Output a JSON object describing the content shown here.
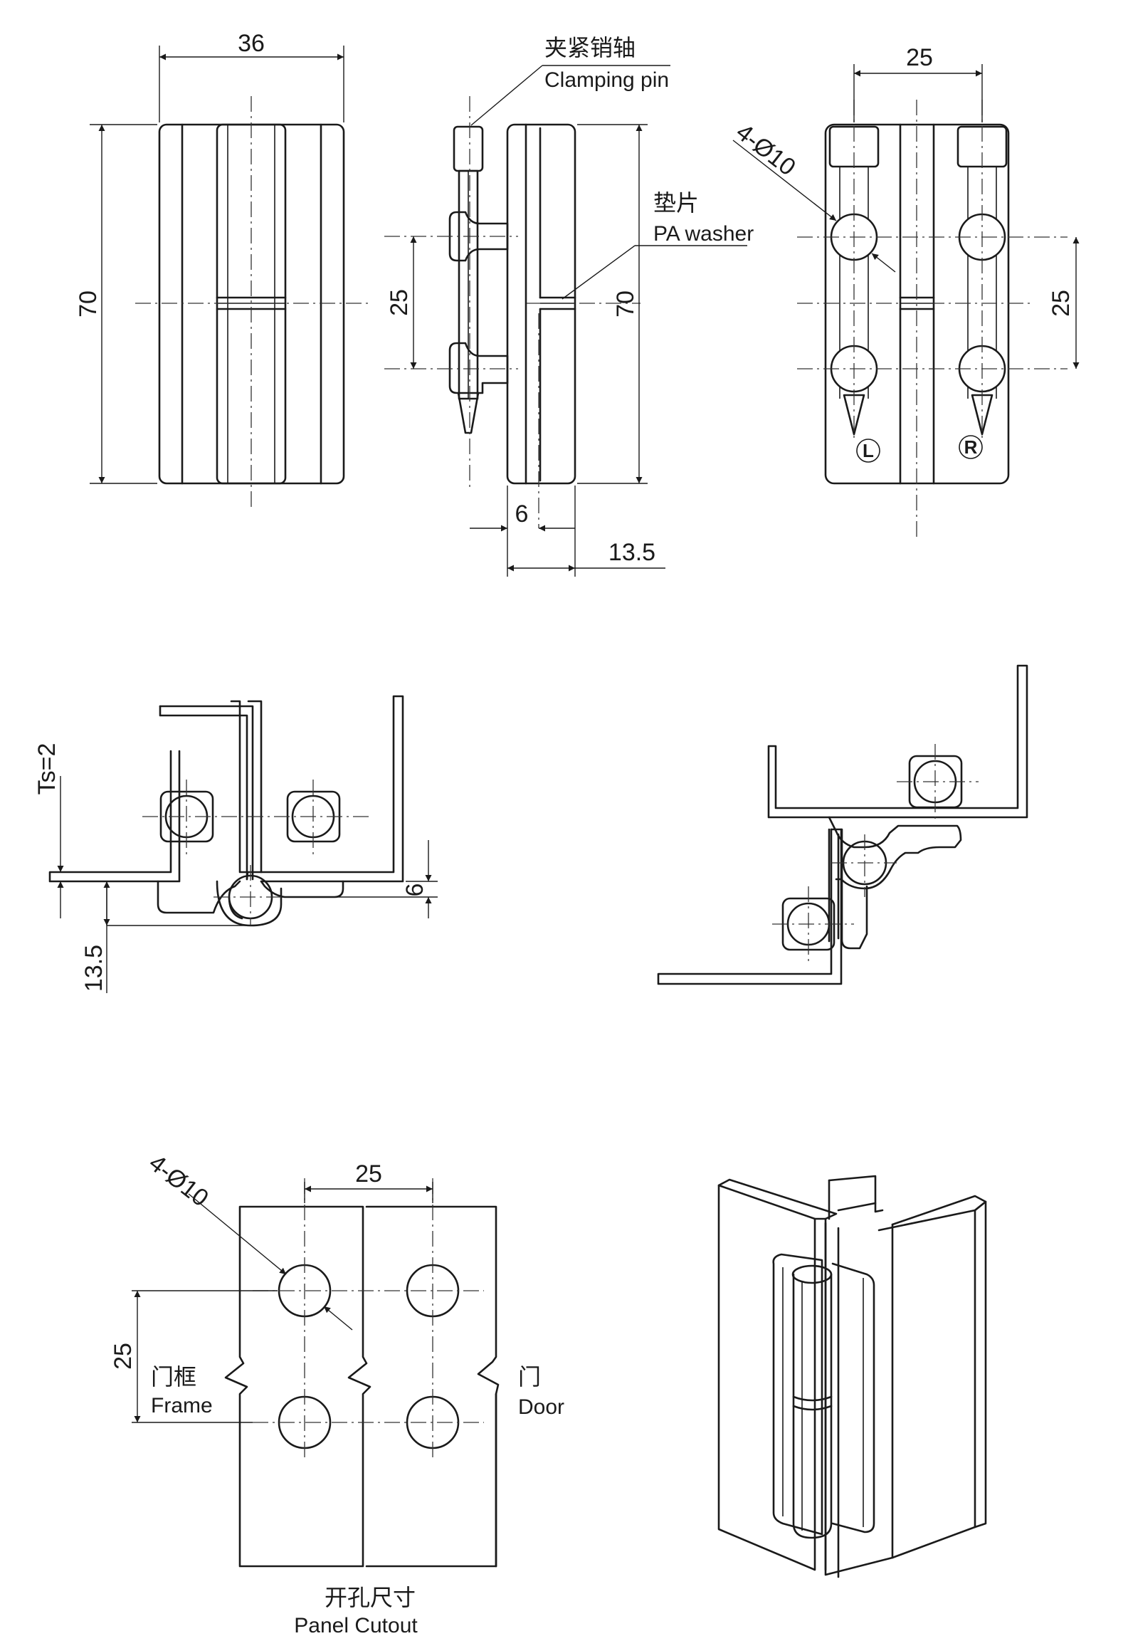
{
  "front_view": {
    "width": "36",
    "height": "70"
  },
  "side_view": {
    "clamping_pin_cn": "夹紧销轴",
    "clamping_pin_en": "Clamping pin",
    "washer_cn": "垫片",
    "washer_en": "PA washer",
    "pin_spacing": "25",
    "height": "70",
    "offset_small": "6",
    "offset_large": "13.5"
  },
  "rear_view": {
    "holes": "4-Ø10",
    "hole_h_spacing": "25",
    "hole_v_spacing": "25",
    "mark_left": "L",
    "mark_right": "R"
  },
  "section_view": {
    "thickness": "Ts=2",
    "dim_6": "6",
    "dim_13_5": "13.5"
  },
  "cutout": {
    "holes": "4-Ø10",
    "h_spacing": "25",
    "v_spacing": "25",
    "frame_cn": "门框",
    "frame_en": "Frame",
    "door_cn": "门",
    "door_en": "Door",
    "title_cn": "开孔尺寸",
    "title_en": "Panel Cutout"
  }
}
